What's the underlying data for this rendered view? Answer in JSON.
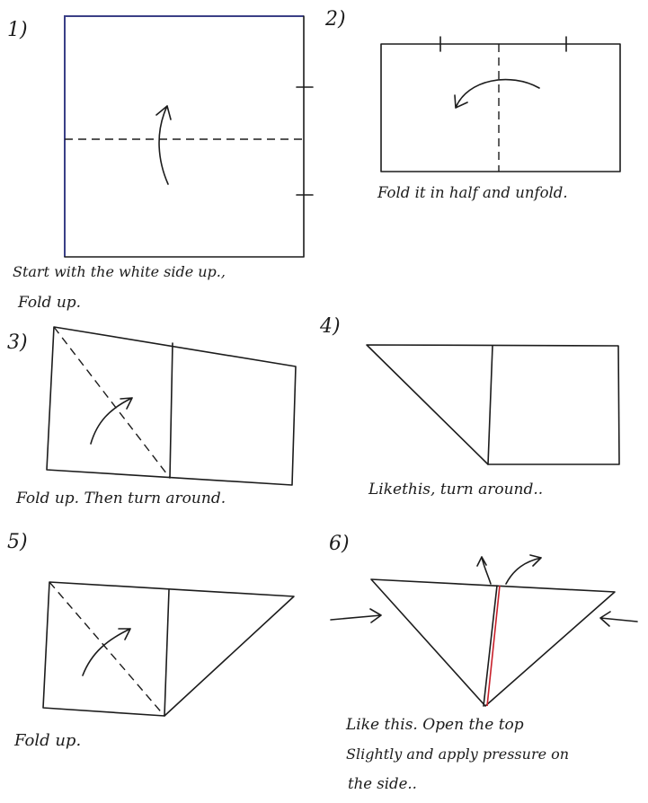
{
  "steps": [
    {
      "number": "1)",
      "captions": [
        "Start with the white side up.,",
        "Fold up."
      ]
    },
    {
      "number": "2)",
      "captions": [
        "Fold it in half and unfold."
      ]
    },
    {
      "number": "3)",
      "captions": [
        "Fold up. Then turn around."
      ]
    },
    {
      "number": "4)",
      "captions": [
        "Likethis, turn around.."
      ]
    },
    {
      "number": "5)",
      "captions": [
        "Fold up."
      ]
    },
    {
      "number": "6)",
      "captions": [
        "Like this. Open the top",
        "Slightly and apply pressure on",
        "the side.."
      ]
    }
  ],
  "colors": {
    "ink": "#1c1c1c",
    "paper_edge": "#3a3f86",
    "crease_accent": "#c8202b"
  }
}
